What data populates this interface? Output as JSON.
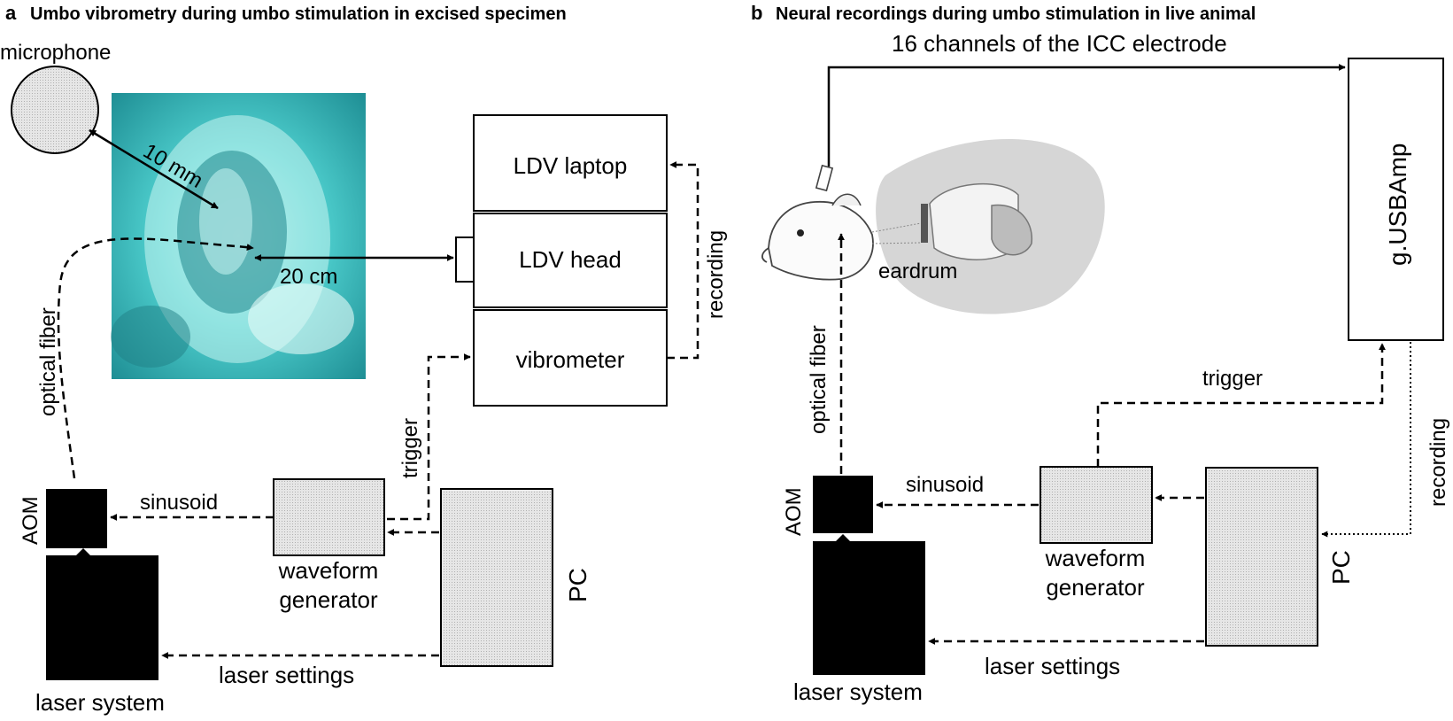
{
  "colors": {
    "ink": "#000000",
    "gray_fill": "#dedede",
    "cyan_photo": "#33c3c4",
    "specimen_gray": "#cfcfcf"
  },
  "panel_a": {
    "letter": "a",
    "title": "Umbo vibrometry during umbo stimulation in excised specimen",
    "microphone": "microphone",
    "dist_mic": "10 mm",
    "dist_ldv": "20 cm",
    "optical_fiber": "optical fiber",
    "ldv_laptop": "LDV laptop",
    "ldv_head": "LDV head",
    "vibrometer": "vibrometer",
    "recording": "recording",
    "trigger": "trigger",
    "aom": "AOM",
    "sinusoid": "sinusoid",
    "waveform_1": "waveform",
    "waveform_2": "generator",
    "pc": "PC",
    "laser_settings": "laser settings",
    "laser_system": "laser system"
  },
  "panel_b": {
    "letter": "b",
    "title": "Neural recordings during umbo stimulation in live animal",
    "channels": "16 channels of the ICC electrode",
    "usbamp": "g.USBAmp",
    "eardrum": "eardrum",
    "optical_fiber": "optical fiber",
    "trigger": "trigger",
    "recording": "recording",
    "aom": "AOM",
    "sinusoid": "sinusoid",
    "waveform_1": "waveform",
    "waveform_2": "generator",
    "pc": "PC",
    "laser_settings": "laser settings",
    "laser_system": "laser system"
  }
}
